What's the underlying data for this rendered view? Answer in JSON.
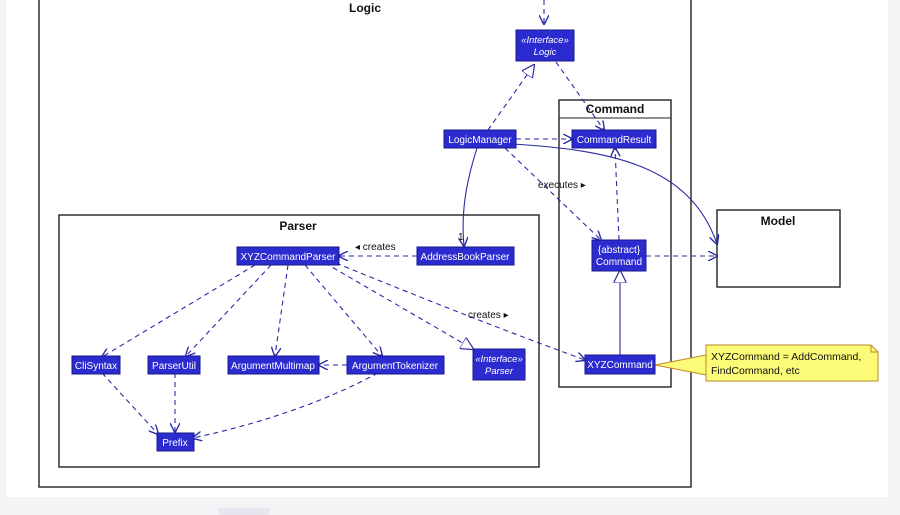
{
  "packages": {
    "logic": "Logic",
    "command": "Command",
    "parser": "Parser",
    "model": "Model"
  },
  "classes": {
    "logic_interface_stereotype": "«Interface»",
    "logic_interface_name": "Logic",
    "logic_manager": "LogicManager",
    "command_result": "CommandResult",
    "abstract_command_stereotype": "{abstract}",
    "abstract_command_name": "Command",
    "xyz_command": "XYZCommand",
    "address_book_parser": "AddressBookParser",
    "xyz_command_parser": "XYZCommandParser",
    "cli_syntax": "CliSyntax",
    "parser_util": "ParserUtil",
    "argument_multimap": "ArgumentMultimap",
    "argument_tokenizer": "ArgumentTokenizer",
    "parser_interface_stereotype": "«Interface»",
    "parser_interface_name": "Parser",
    "prefix": "Prefix"
  },
  "edge_labels": {
    "executes": "executes ▸",
    "creates_parser": "◂ creates",
    "creates_command": "creates ▸",
    "multiplicity": "1"
  },
  "note": {
    "line1": "XYZCommand = AddCommand,",
    "line2": "FindCommand, etc"
  },
  "colors": {
    "class_fill": "#2b2bd0",
    "edge": "#2a2aa8",
    "note_fill": "#fbfb77"
  }
}
